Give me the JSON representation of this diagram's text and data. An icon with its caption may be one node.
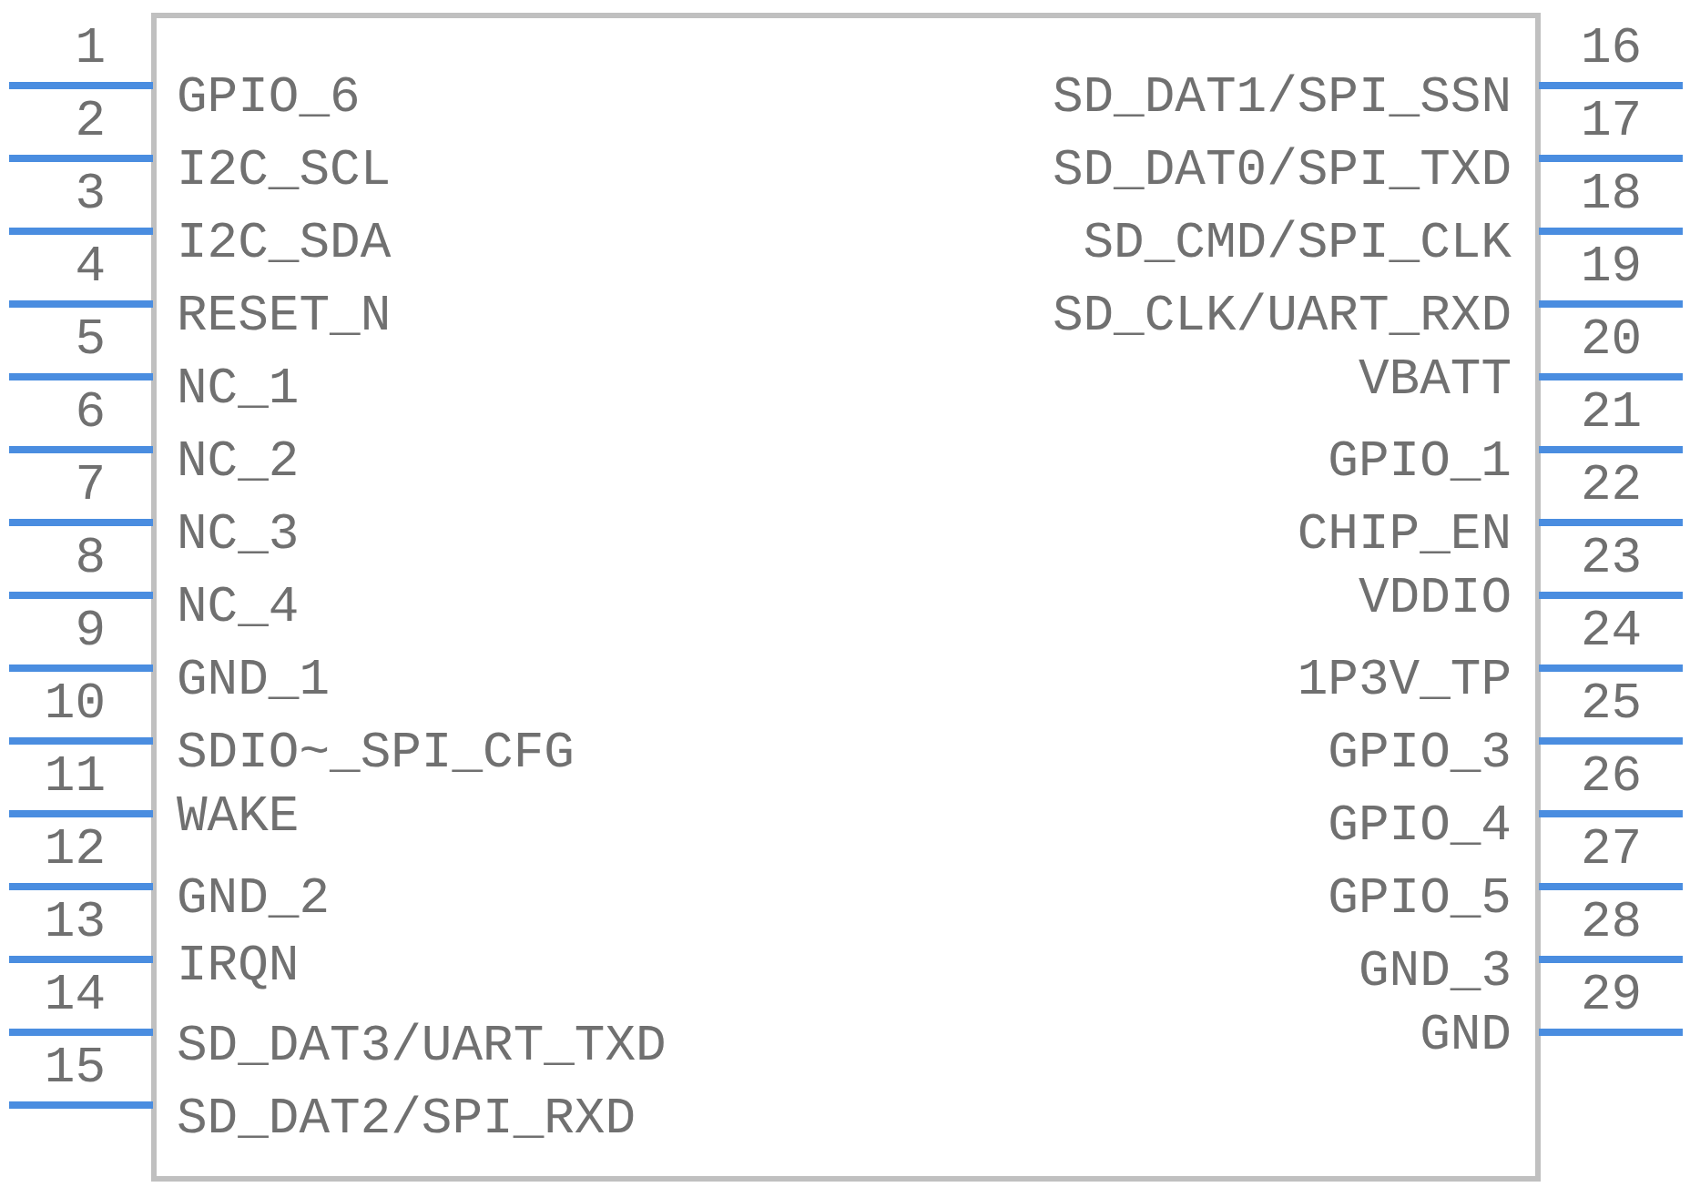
{
  "diagram": {
    "labels": [
      "1",
      "GPIO_6",
      "2",
      "I2C_SCL",
      "3",
      "I2C_SDA",
      "4",
      "RESET_N",
      "5",
      "NC_1",
      "6",
      "NC_2",
      "7",
      "NC_3",
      "8",
      "NC_4",
      "9",
      "GND_1",
      "10",
      "SDIO~_SPI_CFG",
      "11",
      "WAKE",
      "12",
      "GND_2",
      "13",
      "IRQN",
      "14",
      "SD_DAT3/UART_TXD",
      "15",
      "SD_DAT2/SPI_RXD",
      "16",
      "SD_DAT1/SPI_SSN",
      "17",
      "SD_DAT0/SPI_TXD",
      "18",
      "SD_CMD/SPI_CLK",
      "19",
      "SD_CLK/UART_RXD",
      "20",
      "VBATT",
      "21",
      "GPIO_1",
      "22",
      "CHIP_EN",
      "23",
      "VDDIO",
      "24",
      "1P3V_TP",
      "25",
      "GPIO_3",
      "26",
      "GPIO_4",
      "27",
      "GPIO_5",
      "28",
      "GND_3",
      "29",
      "GND"
    ]
  }
}
